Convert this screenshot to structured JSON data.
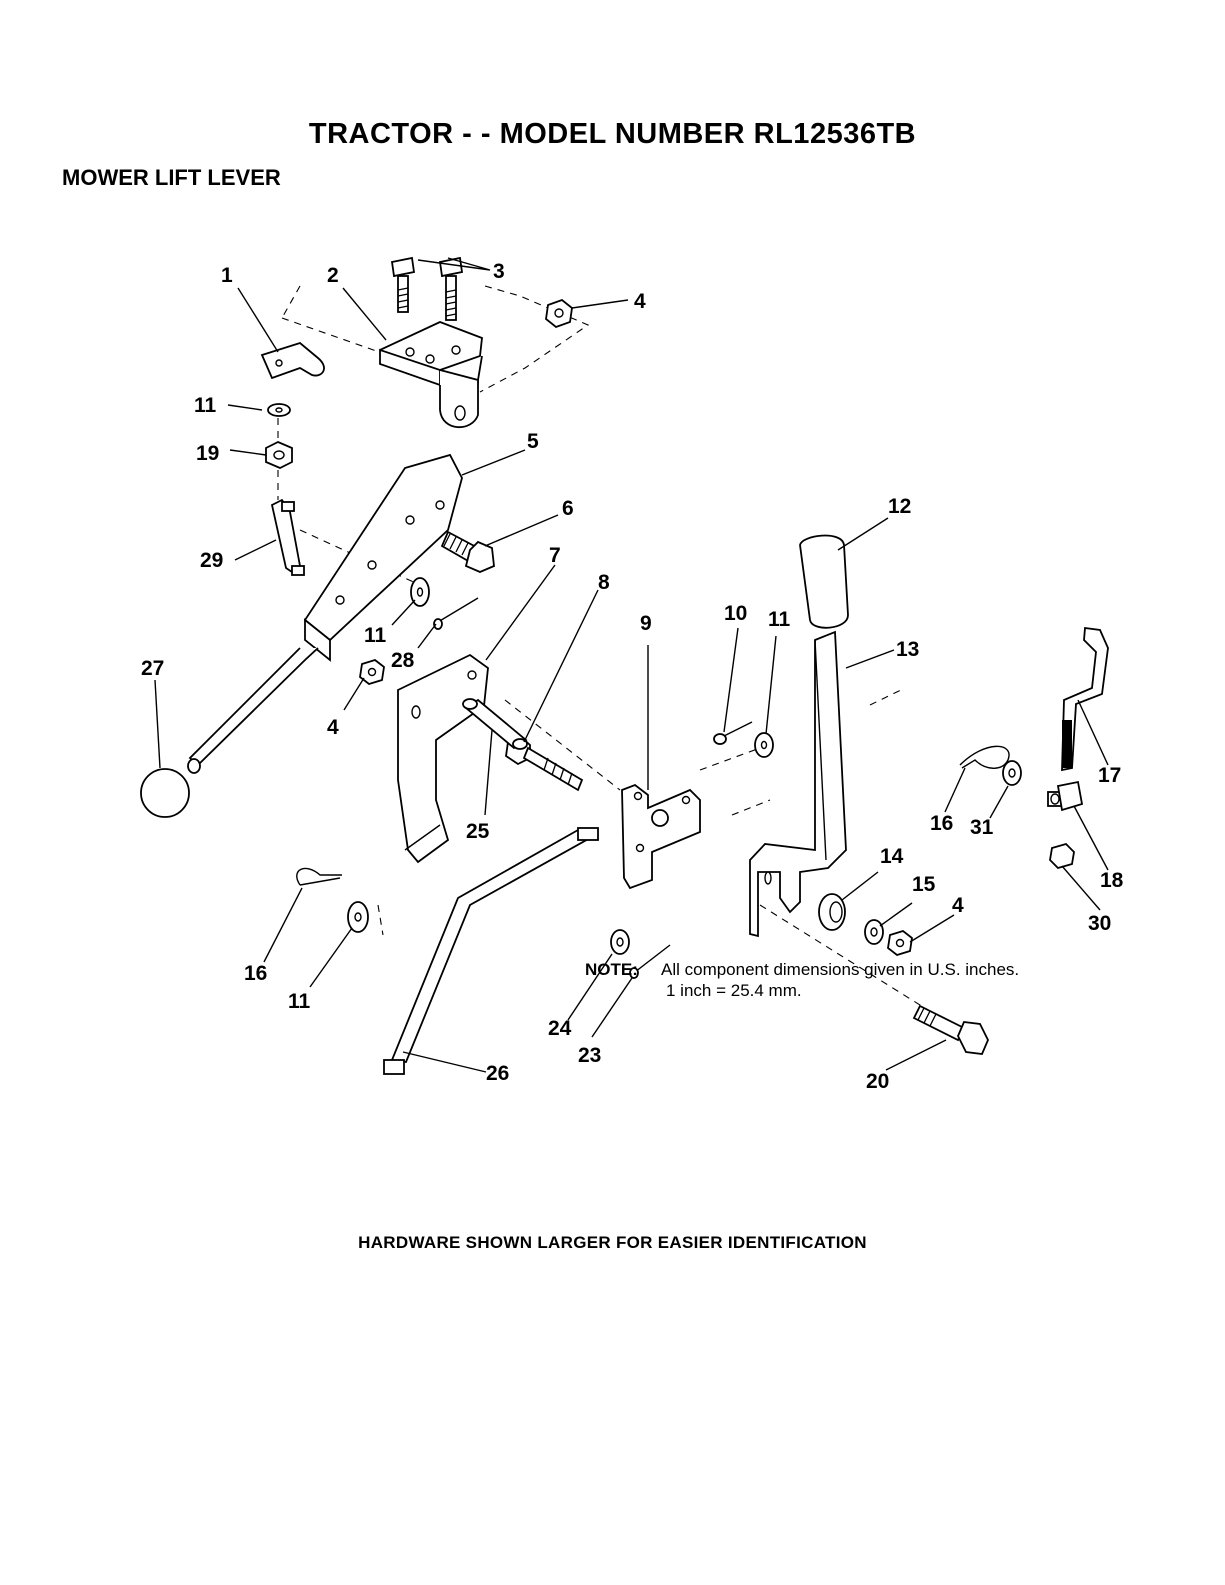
{
  "header": {
    "title": "TRACTOR - - MODEL NUMBER RL12536TB",
    "subtitle": "MOWER LIFT LEVER"
  },
  "callouts": [
    {
      "id": "c1",
      "text": "1"
    },
    {
      "id": "c2",
      "text": "2"
    },
    {
      "id": "c3",
      "text": "3"
    },
    {
      "id": "c4a",
      "text": "4"
    },
    {
      "id": "c11a",
      "text": "11"
    },
    {
      "id": "c19",
      "text": "19"
    },
    {
      "id": "c5",
      "text": "5"
    },
    {
      "id": "c6",
      "text": "6"
    },
    {
      "id": "c29",
      "text": "29"
    },
    {
      "id": "c7",
      "text": "7"
    },
    {
      "id": "c8",
      "text": "8"
    },
    {
      "id": "c11b",
      "text": "11"
    },
    {
      "id": "c28",
      "text": "28"
    },
    {
      "id": "c27",
      "text": "27"
    },
    {
      "id": "c4b",
      "text": "4"
    },
    {
      "id": "c9",
      "text": "9"
    },
    {
      "id": "c10",
      "text": "10"
    },
    {
      "id": "c11c",
      "text": "11"
    },
    {
      "id": "c12",
      "text": "12"
    },
    {
      "id": "c13",
      "text": "13"
    },
    {
      "id": "c25",
      "text": "25"
    },
    {
      "id": "c17",
      "text": "17"
    },
    {
      "id": "c16a",
      "text": "16"
    },
    {
      "id": "c31",
      "text": "31"
    },
    {
      "id": "c14",
      "text": "14"
    },
    {
      "id": "c18",
      "text": "18"
    },
    {
      "id": "c15",
      "text": "15"
    },
    {
      "id": "c4c",
      "text": "4"
    },
    {
      "id": "c30",
      "text": "30"
    },
    {
      "id": "c16b",
      "text": "16"
    },
    {
      "id": "c11d",
      "text": "11"
    },
    {
      "id": "c24",
      "text": "24"
    },
    {
      "id": "c23",
      "text": "23"
    },
    {
      "id": "c26",
      "text": "26"
    },
    {
      "id": "c20",
      "text": "20"
    }
  ],
  "note": {
    "label": "NOTE:",
    "line1": "All component dimensions given in U.S. inches.",
    "line2": "1 inch = 25.4 mm."
  },
  "footer": "HARDWARE SHOWN LARGER FOR EASIER IDENTIFICATION"
}
